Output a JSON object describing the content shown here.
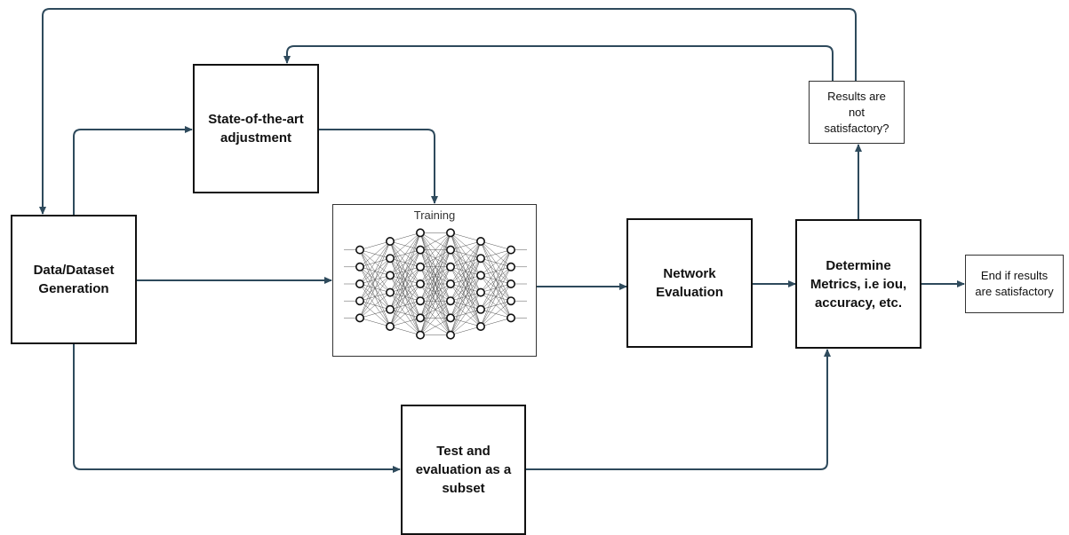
{
  "colors": {
    "arrow": "#2e4a5c",
    "box_border": "#111111",
    "node_fill": "#ffffff",
    "node_stroke": "#111111",
    "network_line": "#555555"
  },
  "nodes": {
    "data_generation": "Data/Dataset\nGeneration",
    "state_of_the_art": "State-of-the-art\nadjustment",
    "training": "Training",
    "network_evaluation": "Network\nEvaluation",
    "determine_metrics": "Determine\nMetrics, i.e iou,\naccuracy,  etc.",
    "results_not_satisfactory": "Results are\nnot\nsatisfactory?",
    "end_if_satisfactory": "End if results\nare satisfactory",
    "test_evaluation": "Test and\nevaluation as a\nsubset"
  },
  "neural_network": {
    "layer_sizes": [
      5,
      6,
      7,
      7,
      6,
      5
    ]
  }
}
